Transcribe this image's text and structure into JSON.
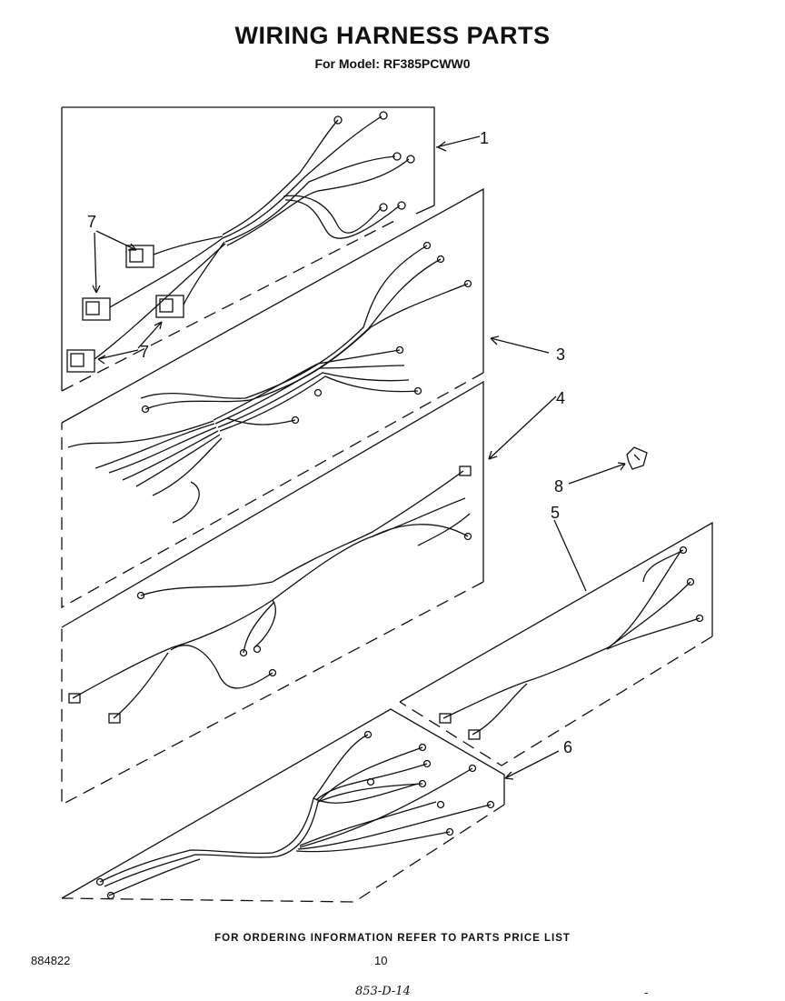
{
  "header": {
    "title": "WIRING HARNESS PARTS",
    "subtitle": "For Model: RF385PCWW0"
  },
  "callouts": [
    "1",
    "3",
    "4",
    "5",
    "6",
    "7",
    "7",
    "8"
  ],
  "footer": {
    "ordering_note": "FOR ORDERING INFORMATION REFER TO PARTS PRICE LIST",
    "doc_number": "884822",
    "page_number": "10",
    "handwritten_code": "853-D-14",
    "dash_mark": "-"
  }
}
